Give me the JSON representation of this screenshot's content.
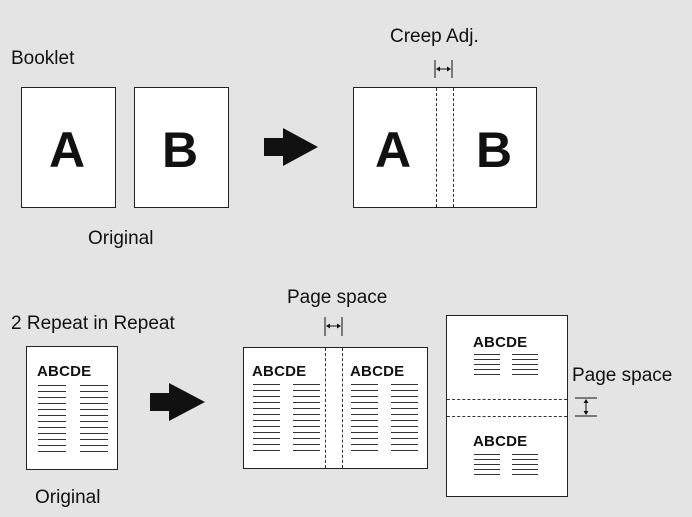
{
  "booklet": {
    "title": "Booklet",
    "original_caption": "Original",
    "creep_label": "Creep Adj.",
    "letter_a": "A",
    "letter_b": "B"
  },
  "repeat": {
    "title": "2 Repeat in Repeat",
    "original_caption": "Original",
    "page_space_label_top": "Page space",
    "page_space_label_side": "Page space",
    "header_text": "ABCDE"
  }
}
